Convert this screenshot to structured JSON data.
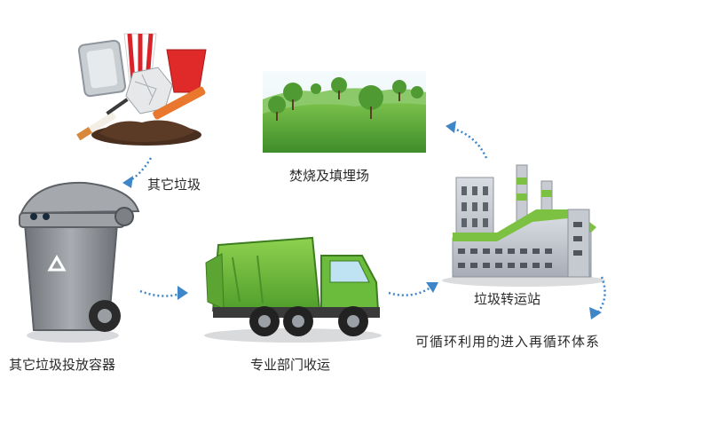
{
  "diagram": {
    "nodes": {
      "other_waste": {
        "label": "其它垃圾"
      },
      "landfill": {
        "label": "焚烧及填埋场"
      },
      "bin": {
        "label": "其它垃圾投放容器"
      },
      "truck": {
        "label": "专业部门收运"
      },
      "station": {
        "label": "垃圾转运站"
      },
      "recycle": {
        "label": "可循环利用的进入再循环体系"
      }
    },
    "colors": {
      "arrow": "#3f86c8",
      "truck_green": "#7cc142",
      "grass": "#5aa83a",
      "sky": "#eaf6f8",
      "factory_gray": "#b7bcc4",
      "bin_gray": "#8d9196"
    }
  }
}
